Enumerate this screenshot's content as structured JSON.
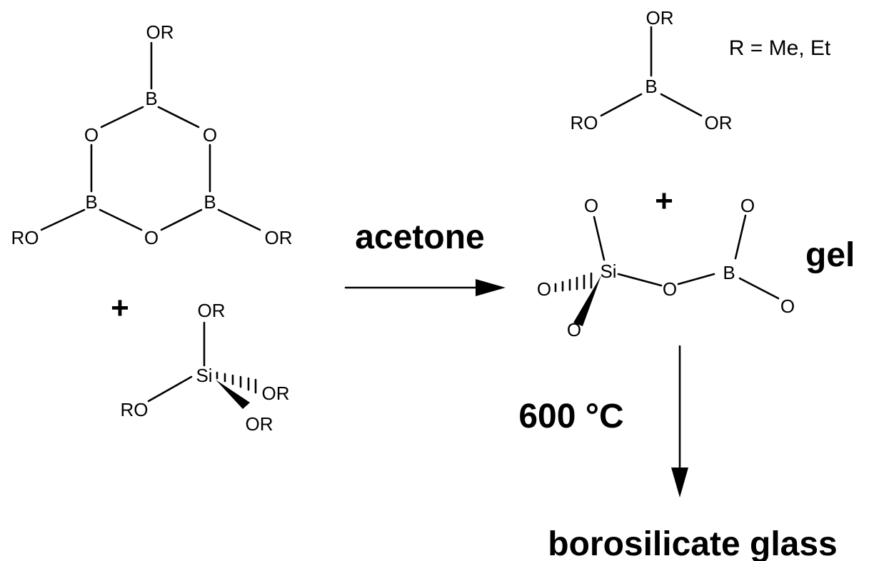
{
  "atoms": {
    "or": "OR",
    "ro": "RO",
    "b": "B",
    "o": "O",
    "si": "Si"
  },
  "labels": {
    "r_def": "R = Me, Et",
    "plus": "+",
    "acetone": "acetone",
    "gel": "gel",
    "temp": "600 °C",
    "product": "borosilicate glass"
  }
}
